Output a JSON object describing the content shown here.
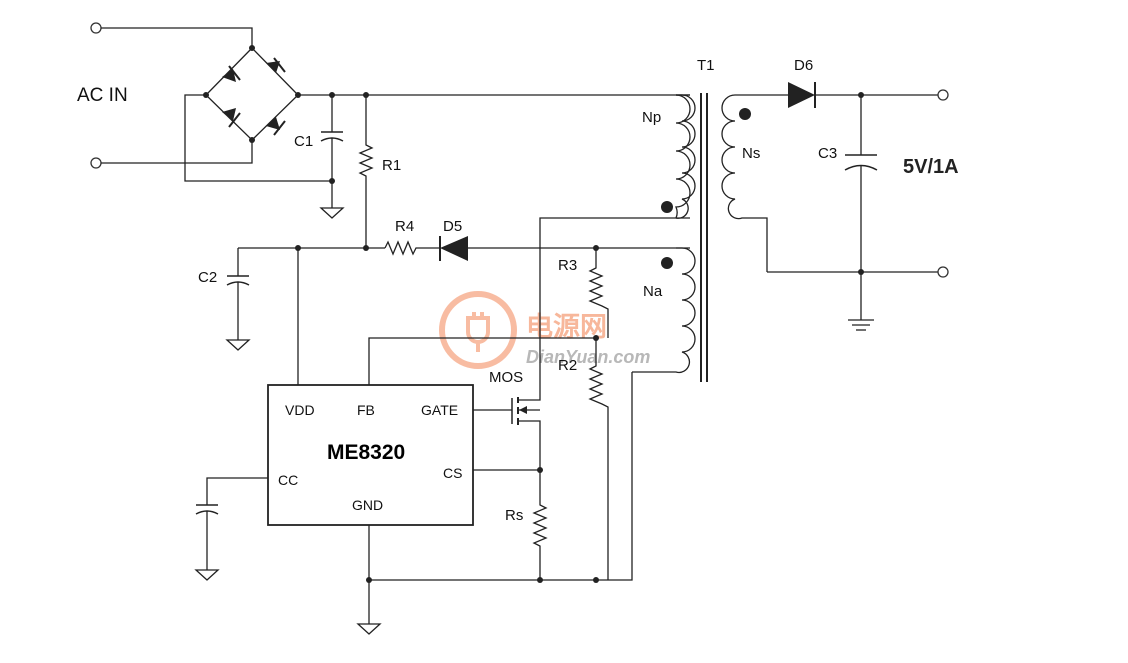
{
  "labels": {
    "ac_in": "AC IN",
    "c1": "C1",
    "r1": "R1",
    "r4": "R4",
    "d5": "D5",
    "c2": "C2",
    "r3": "R3",
    "r2": "R2",
    "rs": "Rs",
    "mos": "MOS",
    "t1": "T1",
    "np": "Np",
    "na": "Na",
    "ns": "Ns",
    "d6": "D6",
    "c3": "C3",
    "output": "5V/1A"
  },
  "chip": {
    "name": "ME8320",
    "pins": {
      "vdd": "VDD",
      "fb": "FB",
      "gate": "GATE",
      "cc": "CC",
      "cs": "CS",
      "gnd": "GND"
    }
  },
  "watermark": {
    "chinese": "电源网",
    "english": "DianYuan.com",
    "color": "#f08050"
  }
}
